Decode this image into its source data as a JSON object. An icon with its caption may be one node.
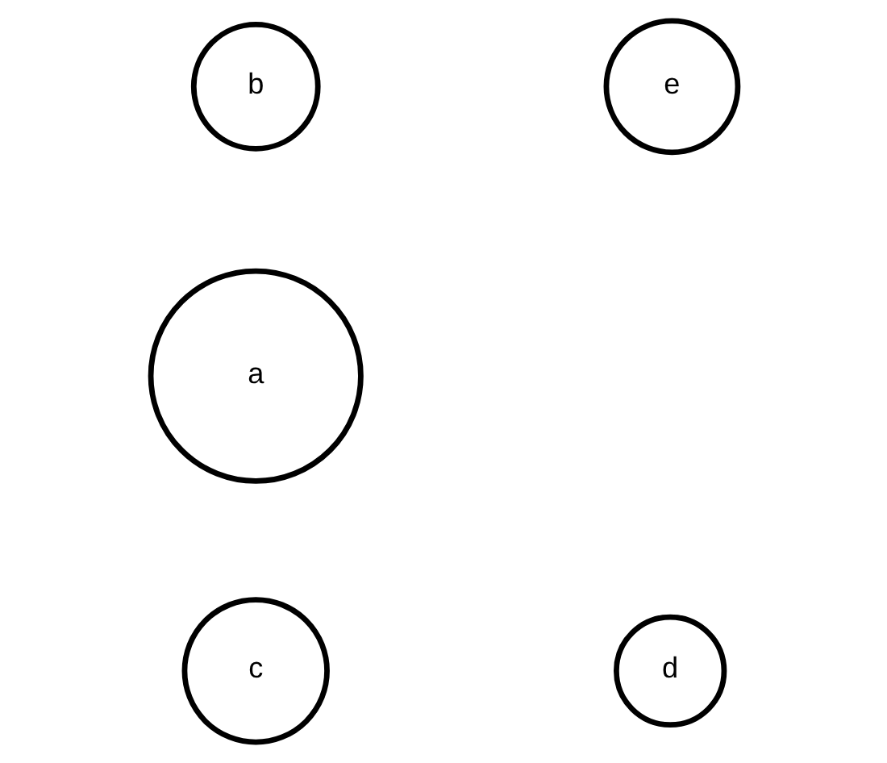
{
  "diagram": {
    "nodes": [
      {
        "text": [
          "b"
        ]
      },
      {
        "text": [
          "e"
        ]
      },
      {
        "text": [
          "a"
        ]
      },
      {
        "text": [
          "c"
        ]
      },
      {
        "text": [
          "d"
        ]
      }
    ]
  }
}
